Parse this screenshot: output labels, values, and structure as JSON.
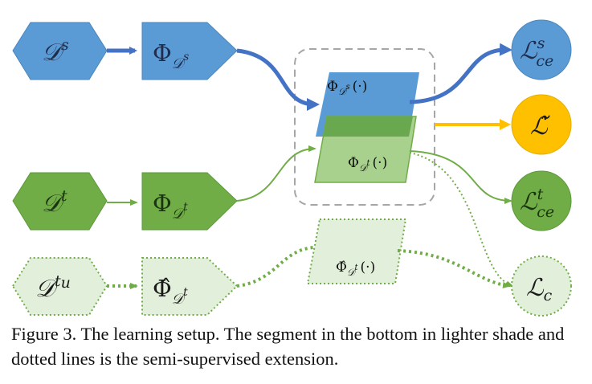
{
  "diagram": {
    "nodes": {
      "ds": {
        "base": "𝒟",
        "sup": "s"
      },
      "phi_ds": {
        "base": "Φ",
        "sub": "𝒟",
        "subsup": "s"
      },
      "dt": {
        "base": "𝒟",
        "sup": "t"
      },
      "phi_dt": {
        "base": "Φ",
        "sub": "𝒟",
        "subsup": "t"
      },
      "dtu": {
        "base": "𝒟",
        "sup": "t",
        "supsub": "u"
      },
      "phihat_dt": {
        "base": "Φ̂",
        "sub": "𝒟",
        "subsup": "t"
      },
      "mid_phi_ds": {
        "base": "Φ",
        "sub": "𝒟",
        "subsup": "s",
        "arg": "(·)"
      },
      "mid_phi_dt": {
        "base": "Φ",
        "sub": "𝒟",
        "subsup": "t",
        "arg": "(·)"
      },
      "mid_phihat_dt": {
        "base": "Φ̂",
        "sub": "𝒟",
        "subsup": "t",
        "arg": "(·)"
      },
      "loss_ce_s": {
        "base": "ℒ",
        "sup": "s",
        "sub": "ce"
      },
      "loss_tilde": {
        "base": "ℒ̃"
      },
      "loss_ce_t": {
        "base": "ℒ",
        "sup": "t",
        "sub": "ce"
      },
      "loss_c": {
        "base": "ℒ",
        "sub": "c"
      }
    },
    "colors": {
      "source_blue": "#5b9bd5",
      "source_blue_border": "#4a86c0",
      "arrow_blue": "#4472c4",
      "target_green": "#70ad47",
      "target_green_border": "#5b9a3a",
      "light_green": "#e2efda",
      "light_green_border": "#70ad47",
      "mid_green": "#a9d18e",
      "overlap_green": "#6aa84f",
      "gold": "#ffc000",
      "dashed_box": "#a6a6a6"
    }
  },
  "caption": {
    "text": "Figure 3. The learning setup. The segment in the bottom in lighter shade and dotted lines is the semi-supervised extension."
  }
}
